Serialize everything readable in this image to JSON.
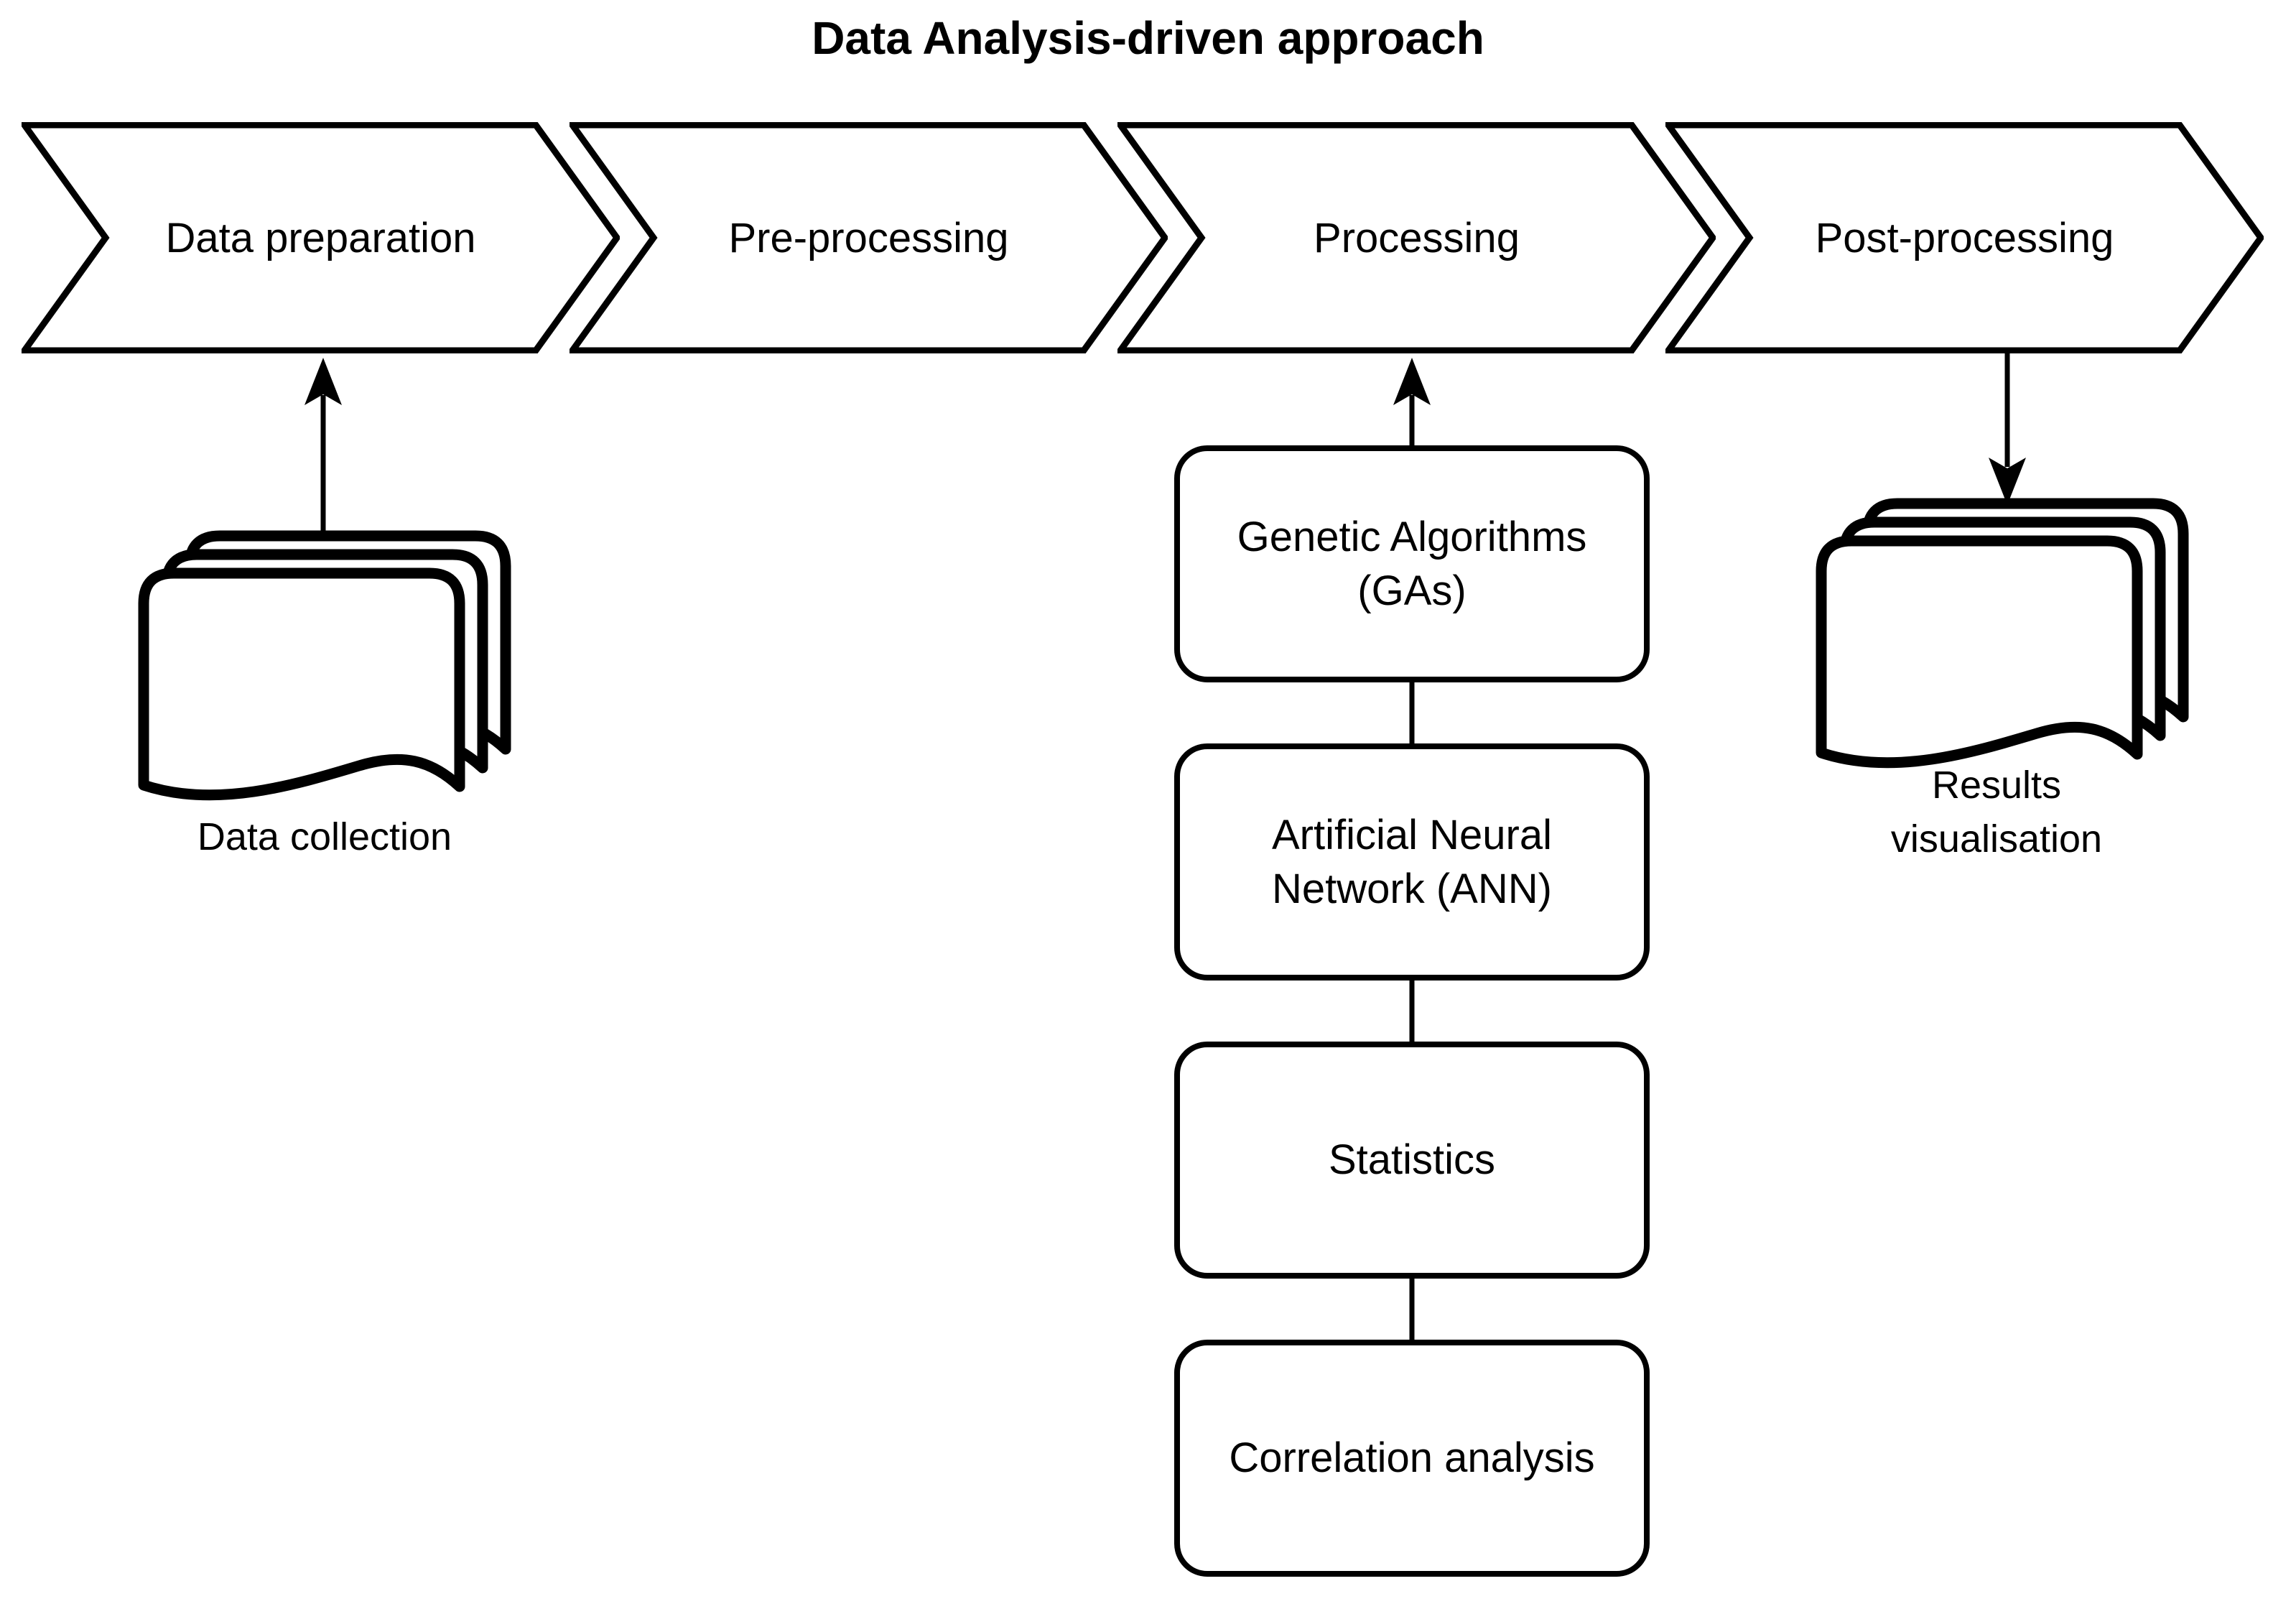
{
  "title": "Data Analysis-driven approach",
  "colors": {
    "stroke": "#000000",
    "fill": "#ffffff",
    "background": "#ffffff"
  },
  "stages": [
    {
      "label": "Data preparation"
    },
    {
      "label": "Pre-processing"
    },
    {
      "label": "Processing"
    },
    {
      "label": "Post-processing"
    }
  ],
  "processing_methods": [
    {
      "label": "Genetic Algorithms (GAs)"
    },
    {
      "label": "Artificial Neural Network (ANN)"
    },
    {
      "label": "Statistics"
    },
    {
      "label": "Correlation analysis"
    }
  ],
  "captions": {
    "data_collection": "Data collection",
    "results_visualisation": "Results visualisation"
  },
  "icons": [
    {
      "name": "documents-stack-icon",
      "caption": "Data collection"
    },
    {
      "name": "documents-stack-icon",
      "caption": "Results visualisation"
    }
  ],
  "connections": [
    {
      "from": "Data collection",
      "to": "Data preparation",
      "direction": "up"
    },
    {
      "from": "Genetic Algorithms (GAs)",
      "to": "Processing",
      "direction": "up"
    },
    {
      "from": "Post-processing",
      "to": "Results visualisation",
      "direction": "down"
    },
    {
      "from": "Genetic Algorithms (GAs)",
      "to": "Artificial Neural Network (ANN)",
      "direction": "none"
    },
    {
      "from": "Artificial Neural Network (ANN)",
      "to": "Statistics",
      "direction": "none"
    },
    {
      "from": "Statistics",
      "to": "Correlation analysis",
      "direction": "none"
    }
  ]
}
